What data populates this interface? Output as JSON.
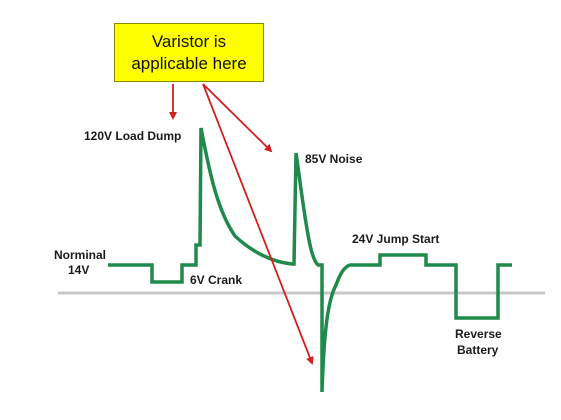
{
  "callout": {
    "line1": "Varistor is",
    "line2": "applicable here"
  },
  "labels": {
    "load_dump": "120V Load Dump",
    "noise": "85V Noise",
    "nominal_line1": "Norminal",
    "nominal_line2": "14V",
    "crank": "6V Crank",
    "jump_start": "24V Jump Start",
    "reverse_line1": "Reverse",
    "reverse_line2": "Battery"
  },
  "colors": {
    "waveform": "#1f8a4c",
    "baseline": "#c8c8c8",
    "arrow": "#d41f1f",
    "callout_fill": "#ffff00"
  }
}
